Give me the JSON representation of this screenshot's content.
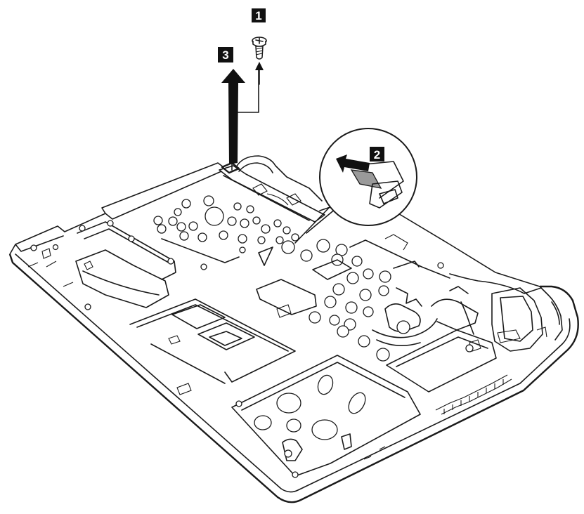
{
  "step_labels": {
    "step1": "1",
    "step2": "2",
    "step3": "3"
  },
  "colors": {
    "line": "#1a1a1a",
    "badge_fill": "#111111",
    "badge_text": "#ffffff",
    "background": "#ffffff"
  },
  "icons": [
    "screw-icon",
    "arrow-up-icon",
    "connector-icon"
  ]
}
